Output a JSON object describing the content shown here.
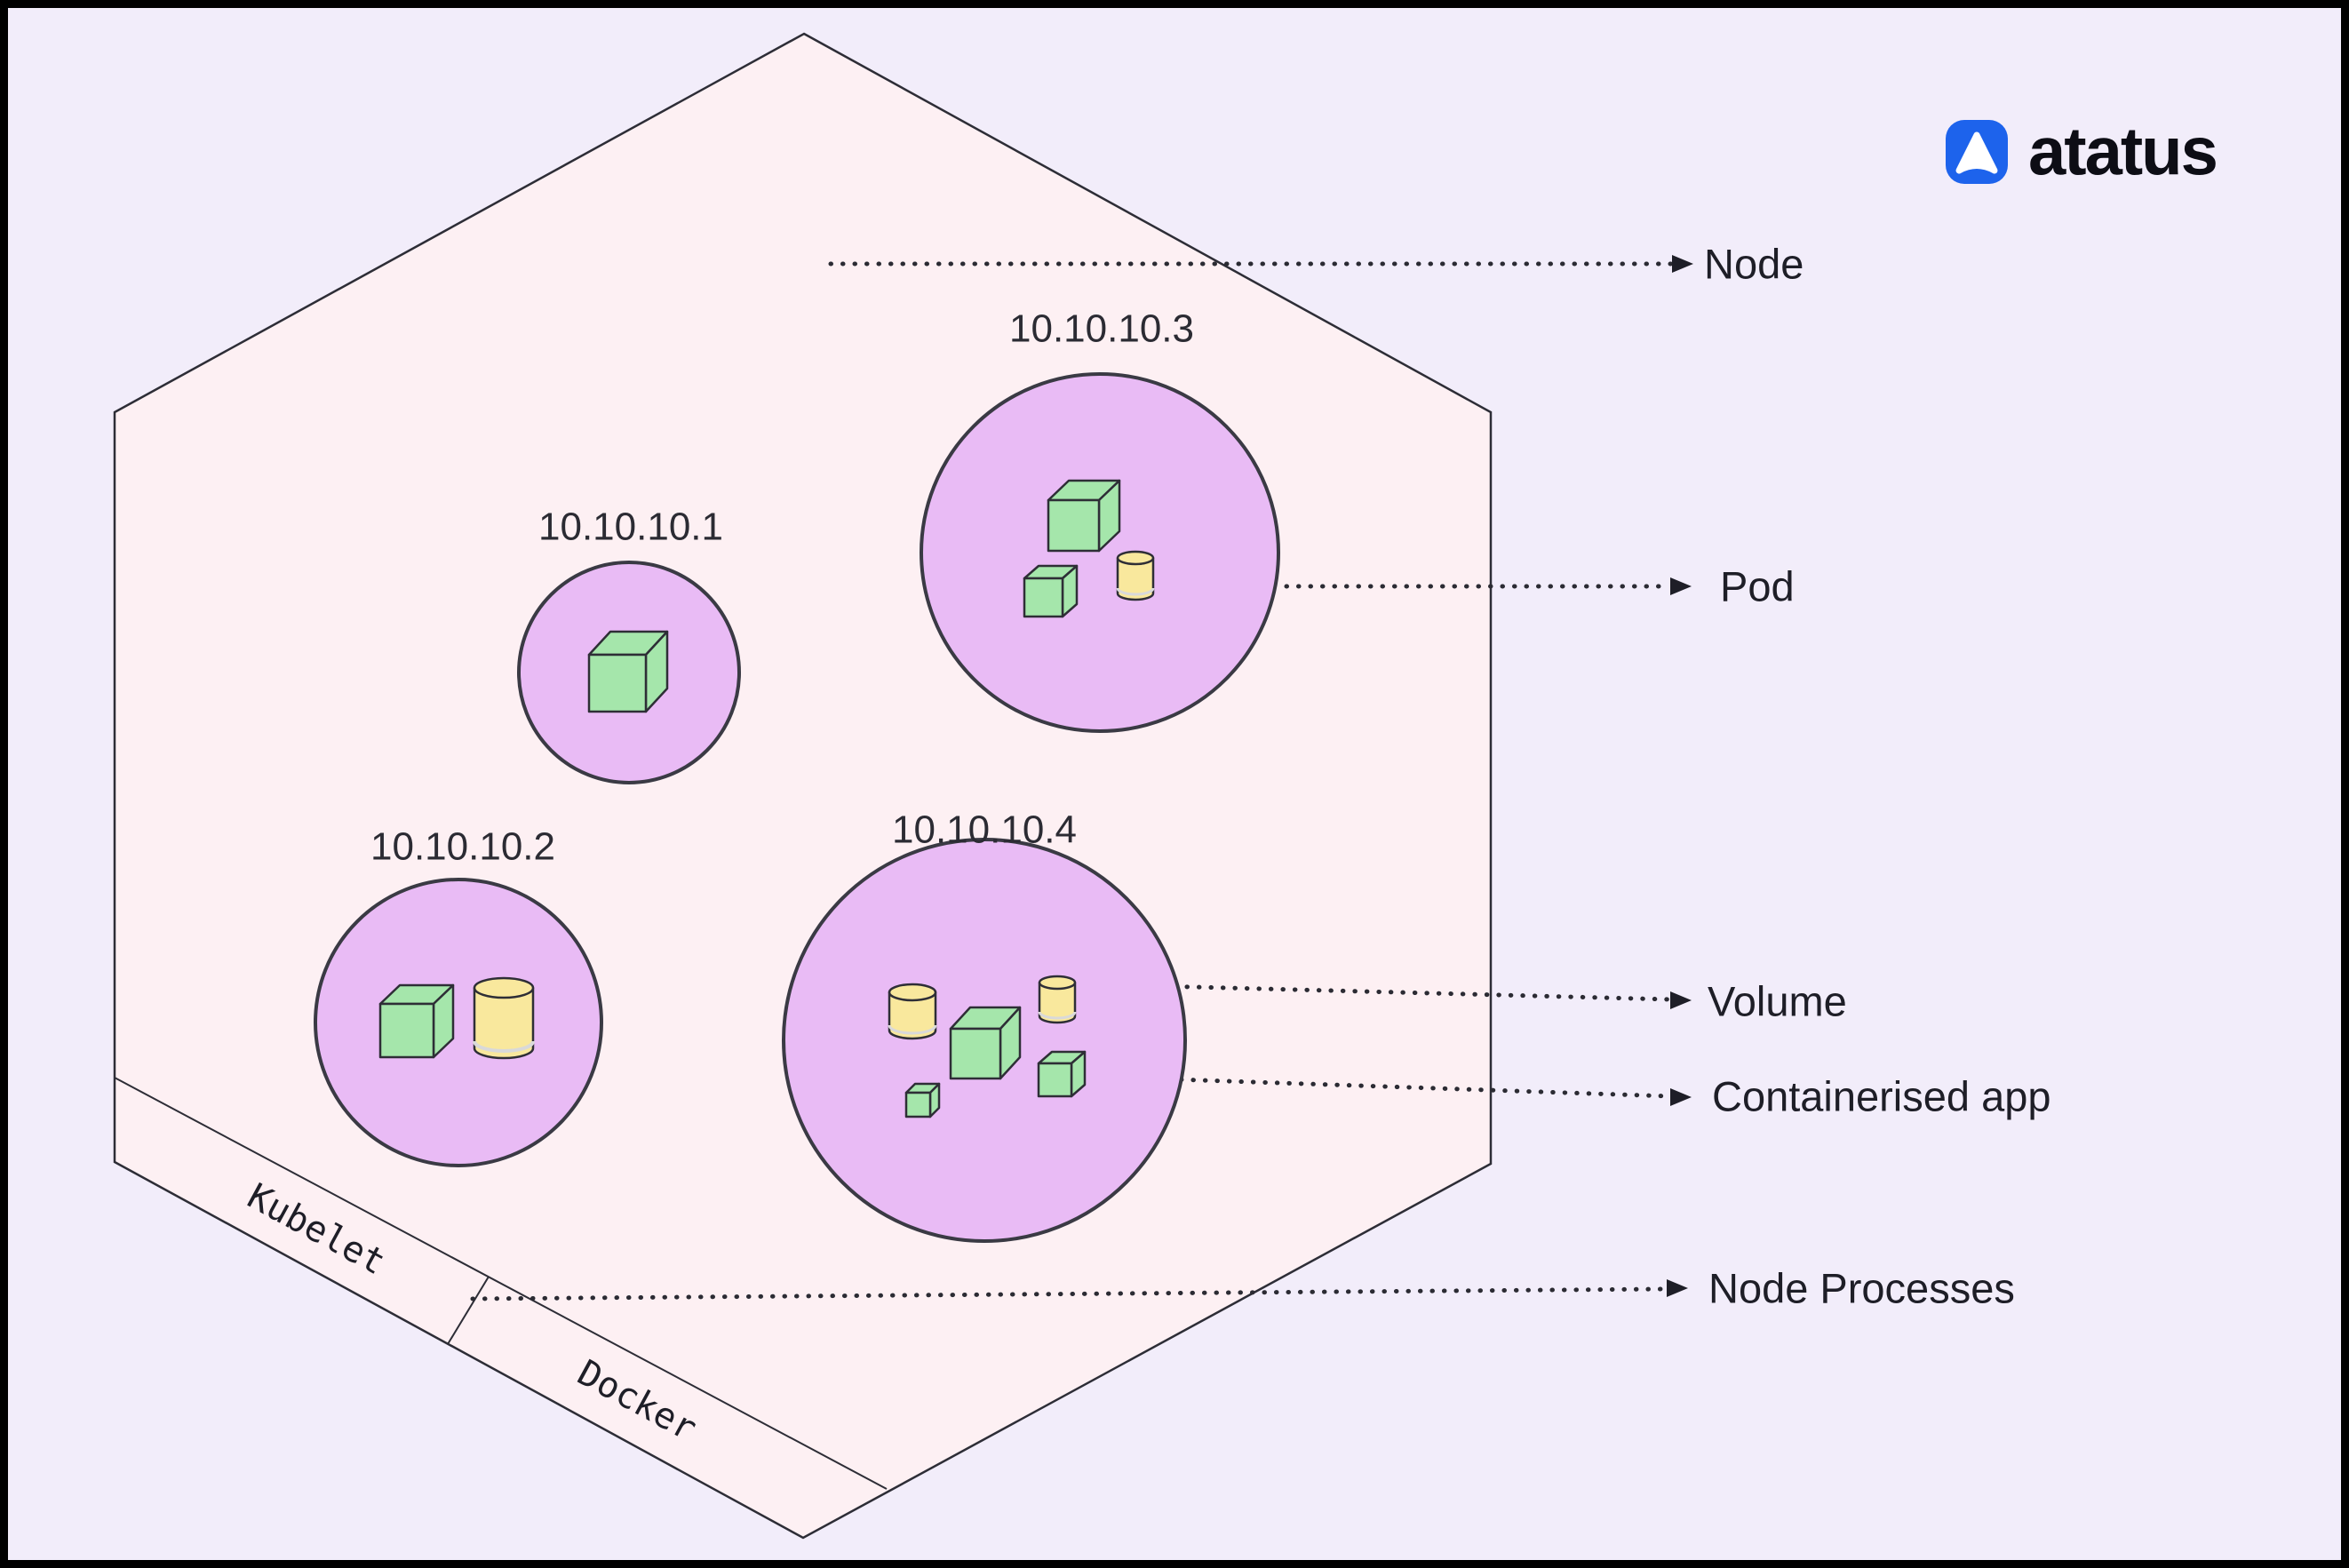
{
  "brand": {
    "name": "atatus"
  },
  "colors": {
    "background": "#f2edfa",
    "node_fill": "#fdf0f3",
    "pod_fill": "#e9bbf5",
    "container_fill": "#a5e6ab",
    "volume_fill": "#f9e89d",
    "outline": "#2b2b33",
    "logo_blue": "#1d63ec"
  },
  "node": {
    "pods": [
      {
        "ip": "10.10.10.1",
        "containers": 1,
        "volumes": 0
      },
      {
        "ip": "10.10.10.2",
        "containers": 1,
        "volumes": 1
      },
      {
        "ip": "10.10.10.3",
        "containers": 2,
        "volumes": 1
      },
      {
        "ip": "10.10.10.4",
        "containers": 3,
        "volumes": 2
      }
    ],
    "processes": [
      "Kubelet",
      "Docker"
    ]
  },
  "annotations": {
    "node": "Node",
    "pod": "Pod",
    "volume": "Volume",
    "containerised_app": "Containerised app",
    "node_processes": "Node Processes"
  }
}
